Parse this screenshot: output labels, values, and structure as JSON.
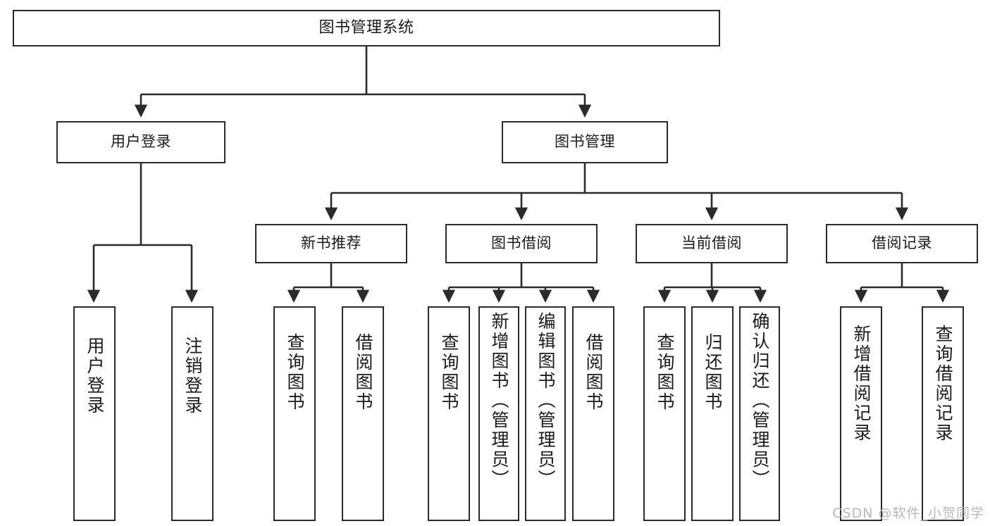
{
  "diagram": {
    "type": "tree",
    "title": "图书管理系统",
    "colors": {
      "stroke": "#2b2b2b",
      "box_fill": "#ffffff",
      "text": "#1b1b1b",
      "watermark": "#b9b9b9",
      "background": "#ffffff"
    },
    "root": {
      "label": "图书管理系统"
    },
    "level2": [
      {
        "label": "用户登录"
      },
      {
        "label": "图书管理"
      }
    ],
    "level3": [
      {
        "label": "新书推荐"
      },
      {
        "label": "图书借阅"
      },
      {
        "label": "当前借阅"
      },
      {
        "label": "借阅记录"
      }
    ],
    "leaves": {
      "user_login": [
        {
          "label": "用户登录"
        },
        {
          "label": "注销登录"
        }
      ],
      "new_book": [
        {
          "label": "查询图书"
        },
        {
          "label": "借阅图书"
        }
      ],
      "book_borrow": [
        {
          "label": "查询图书"
        },
        {
          "label": "新增图书（管理员）"
        },
        {
          "label": "编辑图书（管理员）"
        },
        {
          "label": "借阅图书"
        }
      ],
      "current_borrow": [
        {
          "label": "查询图书"
        },
        {
          "label": "归还图书"
        },
        {
          "label": "确认归还（管理员）"
        }
      ],
      "borrow_record": [
        {
          "label": "新增借阅记录"
        },
        {
          "label": "查询借阅记录"
        }
      ]
    }
  },
  "watermark": {
    "text": "CSDN @软件_小贺同学"
  }
}
